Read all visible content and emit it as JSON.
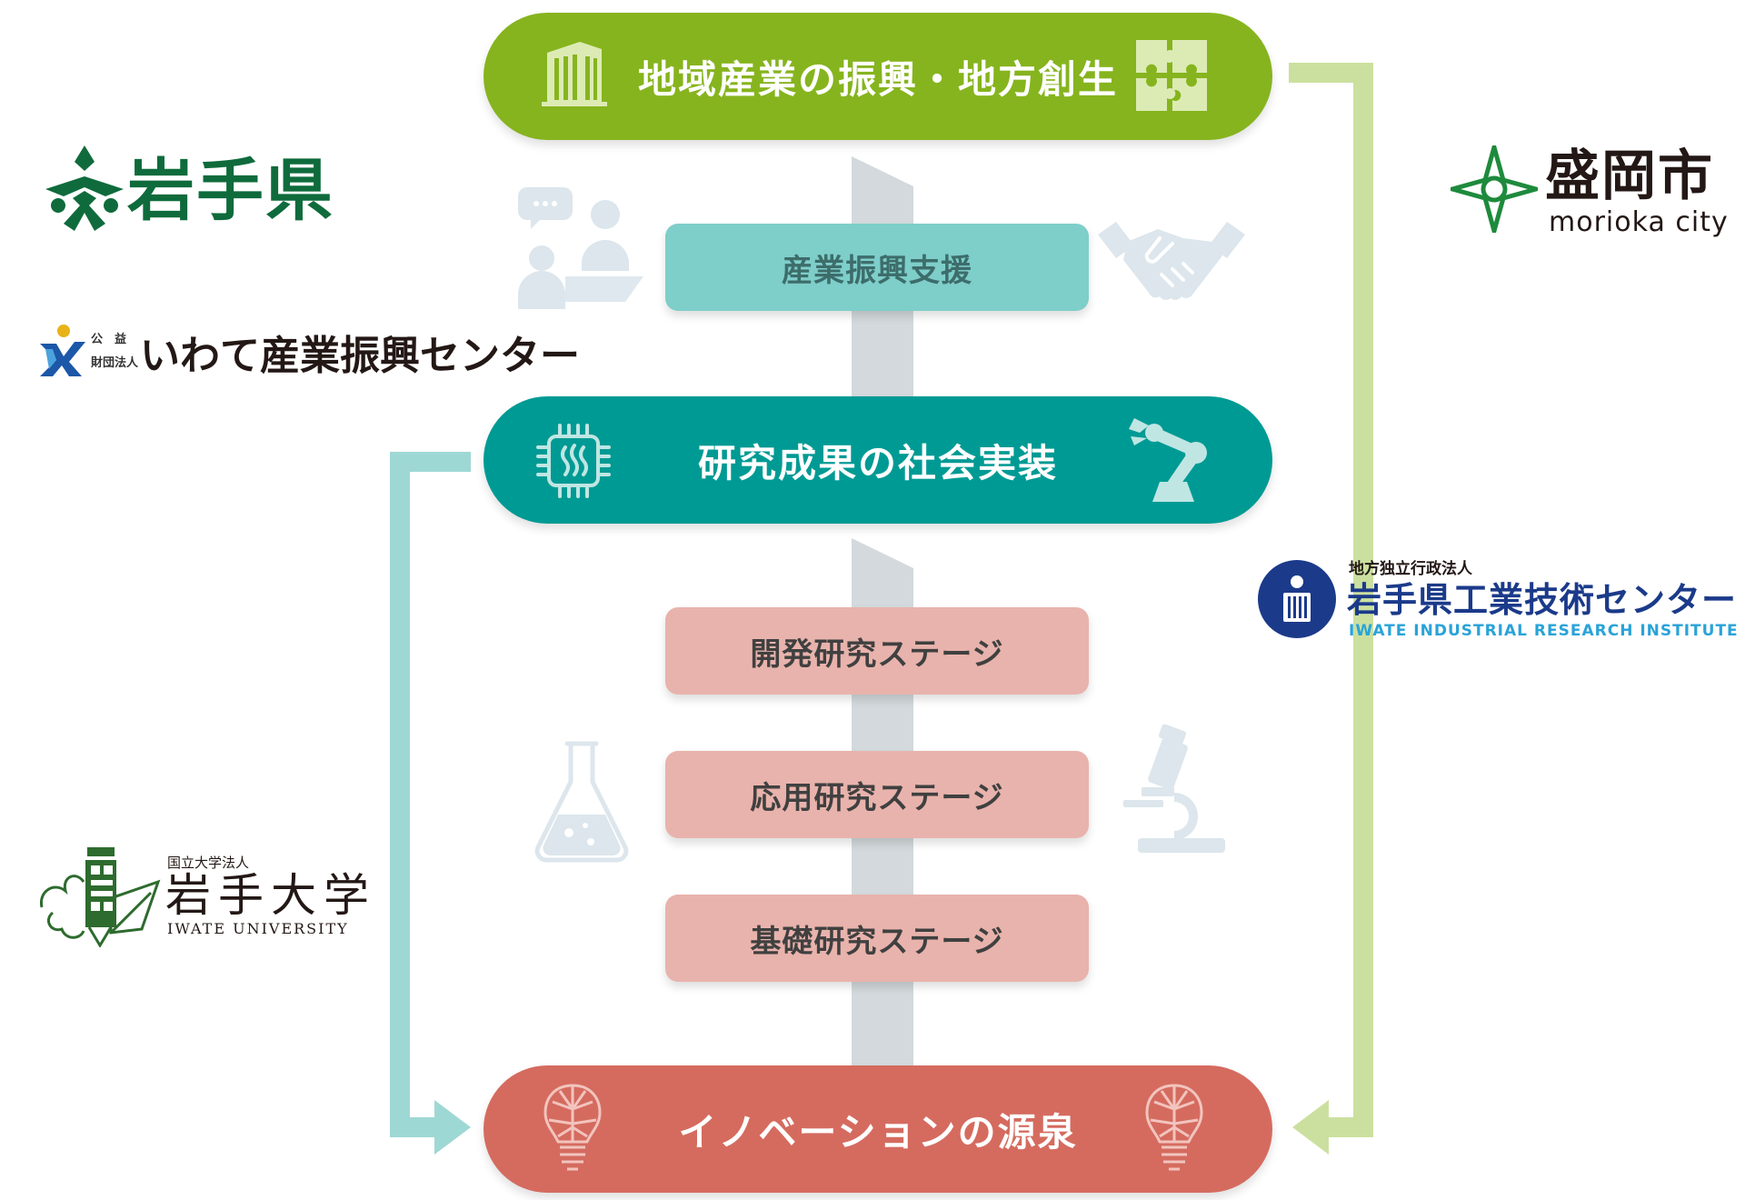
{
  "flow": {
    "top": {
      "label": "地域産業の振興・地方創生",
      "color": "#86B41E"
    },
    "middle": {
      "label": "研究成果の社会実装",
      "color": "#009A94"
    },
    "bottom": {
      "label": "イノベーションの源泉",
      "color": "#D56B5F"
    },
    "support": {
      "label": "産業振興支援",
      "color": "#7ECECA"
    },
    "stages": [
      {
        "label": "開発研究ステージ"
      },
      {
        "label": "応用研究ステージ"
      },
      {
        "label": "基礎研究ステージ"
      }
    ],
    "stage_color": "#E8B3AC",
    "stage_text_color": "#404040",
    "axis_color": "#D3D9DC",
    "left_connector_color": "#9ED8D4",
    "right_connector_color": "#CBE09F"
  },
  "logos": {
    "iwate_pref": {
      "name": "岩手県",
      "color": "#0F6B3C"
    },
    "iwate_center": {
      "prefix_top": "公　益",
      "prefix_bottom": "財団法人",
      "name": "いわて産業振興センター"
    },
    "iwate_univ": {
      "prefix": "国立大学法人",
      "name": "岩手大学",
      "english": "IWATE UNIVERSITY",
      "color": "#2E6B2E"
    },
    "morioka": {
      "name": "盛岡市",
      "english": "morioka city",
      "color": "#1E8A3C"
    },
    "iiri": {
      "prefix": "地方独立行政法人",
      "name": "岩手県工業技術センター",
      "english": "IWATE INDUSTRIAL RESEARCH INSTITUTE",
      "color": "#1B3A8A",
      "english_color": "#29A3D8"
    }
  }
}
